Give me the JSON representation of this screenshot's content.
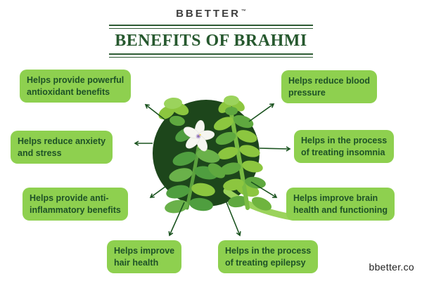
{
  "header": {
    "brand": "BBETTER",
    "trademark": "™",
    "title": "BENEFITS OF BRAHMI"
  },
  "benefits": [
    {
      "id": "antioxidant",
      "label": "Helps provide powerful antioxidant benefits",
      "lines": [
        "Helps provide powerful",
        "antioxidant benefits"
      ]
    },
    {
      "id": "blood-pressure",
      "label": "Helps reduce blood pressure",
      "lines": [
        "Helps reduce blood",
        "pressure"
      ]
    },
    {
      "id": "anxiety",
      "label": "Helps reduce anxiety and stress",
      "lines": [
        "Helps reduce anxiety",
        "and stress"
      ]
    },
    {
      "id": "insomnia",
      "label": "Helps in the process of treating insomnia",
      "lines": [
        "Helps in the process",
        "of treating insomnia"
      ]
    },
    {
      "id": "anti-inflammatory",
      "label": "Helps provide anti-inflammatory benefits",
      "lines": [
        "Helps provide anti-",
        "inflammatory benefits"
      ]
    },
    {
      "id": "brain",
      "label": "Helps improve brain health and functioning",
      "lines": [
        "Helps improve brain",
        "health and functioning"
      ]
    },
    {
      "id": "hair",
      "label": "Helps improve hair health",
      "lines": [
        "Helps improve",
        "hair health"
      ]
    },
    {
      "id": "epilepsy",
      "label": "Helps in the process of treating epilepsy",
      "lines": [
        "Helps in the process",
        "of treating epilepsy"
      ]
    }
  ],
  "center_illustration": "brahmi-plant-in-dark-circle",
  "footer": {
    "website": "bbetter.co"
  },
  "colors": {
    "box_green": "#8ed04f",
    "box_text_green": "#1e5227",
    "title_green": "#26582e",
    "rule_green": "#2d5b33",
    "arrow_green": "#1a531f",
    "circle_dark_green": "#1d461b",
    "leaf_light": "#8cc63f",
    "leaf_mid": "#5fa83f",
    "stem_light": "#9bd35c",
    "brand_gray": "#3f3f3f",
    "footer_black": "#1f1f1f",
    "background": "#ffffff"
  }
}
